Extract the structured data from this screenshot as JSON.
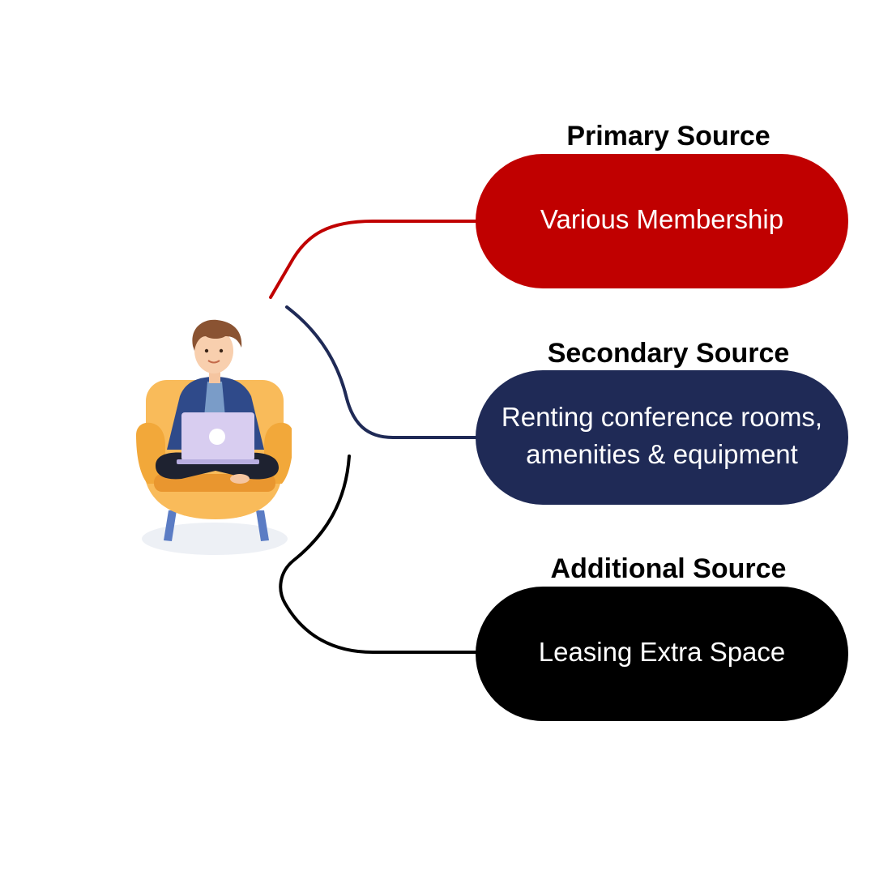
{
  "colors": {
    "primary": "#c00000",
    "secondary": "#1f2a56",
    "additional": "#000000"
  },
  "illustration": {
    "icon": "person-with-laptop-in-armchair-illustration"
  },
  "sources": [
    {
      "heading": "Primary Source",
      "text": "Various Membership",
      "color": "#c00000"
    },
    {
      "heading": "Secondary Source",
      "text": "Renting conference rooms,\namenities & equipment",
      "color": "#1f2a56"
    },
    {
      "heading": "Additional Source",
      "text": "Leasing Extra Space",
      "color": "#000000"
    }
  ]
}
